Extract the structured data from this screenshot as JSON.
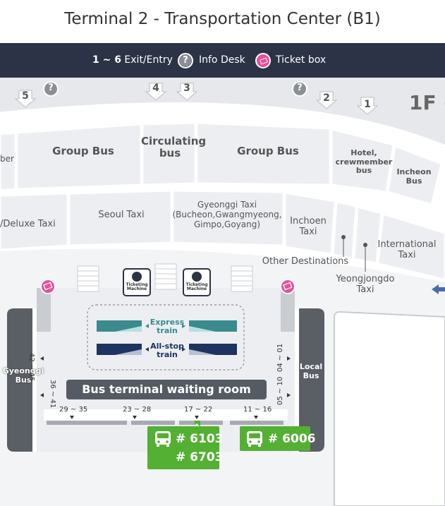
{
  "title": "Terminal 2 - Transportation Center (B1)",
  "legend": {
    "exit_numbers": "1 ~ 6",
    "exit_label": "Exit/Entry",
    "info_desk": "Info Desk",
    "ticket_box": "Ticket box",
    "info_symbol": "?"
  },
  "gates": [
    "5",
    "4",
    "3",
    "2",
    "1"
  ],
  "floor_label": "1F (",
  "upper_row": {
    "member_bus_partial": "ber",
    "group_bus_left": "Group Bus",
    "circulating_bus": "Circulating bus",
    "group_bus_right": "Group Bus",
    "hotel_bus": "Hotel, crewmember bus",
    "incheon_bus": "Incheon Bus"
  },
  "taxi_row": {
    "deluxe_taxi": "/Deluxe Taxi",
    "seoul_taxi": "Seoul Taxi",
    "gyeonggi_taxi": "Gyeonggi Taxi (Bucheon,Gwangmyeong, Gimpo,Goyang)",
    "incheon_taxi": "Inchoen Taxi",
    "international_taxi": "International Taxi",
    "other_destinations": "Other Destinations",
    "yeongjongdo_taxi": "Yeongjongdo Taxi"
  },
  "terminal": {
    "ticketing_machine": "Ticketing Machine",
    "express_train": "Express train",
    "allstop_train": "All-stop train",
    "waiting_room": "Bus terminal waiting room",
    "gyeonggi_bus": "Gyeonggi Bus",
    "local_bus": "Local Bus",
    "ranges_left": [
      "42 ~ 45",
      "36 ~ 41"
    ],
    "ranges_right": [
      "04 ~ 01",
      "05 ~ 10"
    ],
    "ranges_bottom": [
      "29 ~ 35",
      "23 ~ 28",
      "17 ~ 22",
      "11 ~ 16"
    ]
  },
  "bus_routes": {
    "left": [
      "# 6103",
      "# 6703"
    ],
    "right": [
      "# 6006"
    ]
  },
  "colors": {
    "header_bg": "#2c3347",
    "ticket_pink": "#ec4d9a",
    "info_gray": "#8b8f96",
    "bus_green": "#54b032",
    "express_teal": "#3a8a8e",
    "allstop_navy": "#1e3360"
  }
}
